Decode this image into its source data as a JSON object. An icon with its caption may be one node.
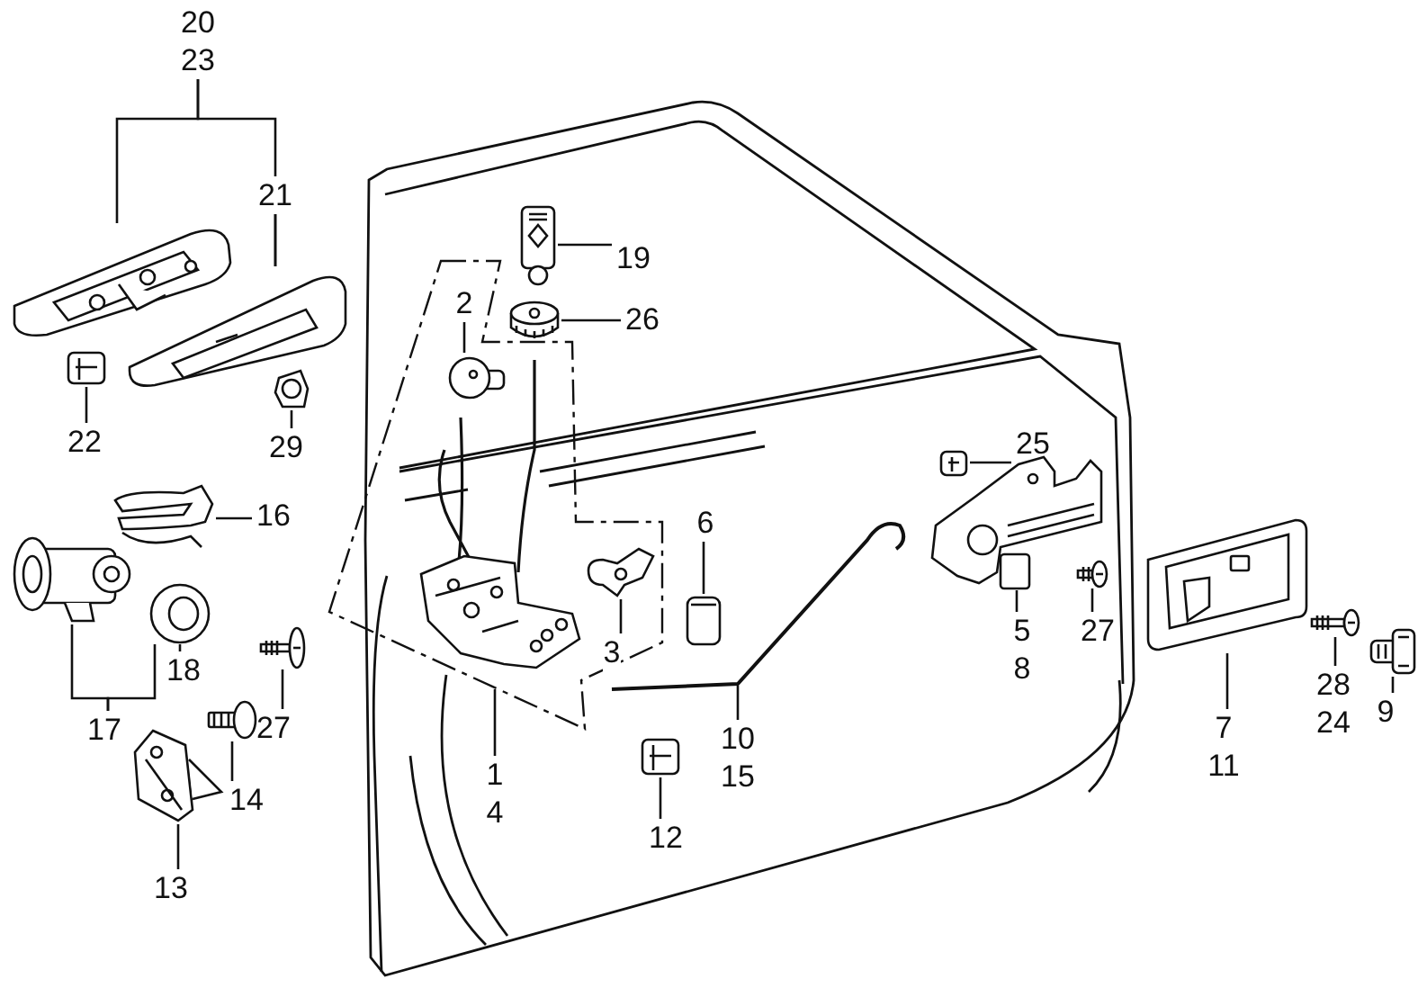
{
  "diagram": {
    "nodes": [
      {
        "text": [
          "20",
          "23"
        ]
      },
      {
        "text": [
          "21"
        ]
      },
      {
        "text": [],
        "shape": "picture"
      },
      {
        "text": [],
        "shape": "picture"
      },
      {
        "text": [
          "19"
        ]
      },
      {
        "text": [],
        "shape": "picture"
      },
      {
        "text": [],
        "shape": "picture"
      },
      {
        "text": [
          "2"
        ],
        "in": 6
      },
      {
        "text": [],
        "shape": "picture",
        "in": 6
      },
      {
        "text": [
          "26"
        ]
      },
      {
        "text": [],
        "shape": "picture",
        "in": 6
      },
      {
        "text": [
          "22"
        ]
      },
      {
        "text": [],
        "shape": "picture"
      },
      {
        "text": [
          "29"
        ]
      },
      {
        "text": [],
        "shape": "picture"
      },
      {
        "text": [
          "25"
        ]
      },
      {
        "text": [],
        "shape": "picture"
      },
      {
        "text": [
          "16"
        ]
      },
      {
        "text": [],
        "shape": "picture"
      },
      {
        "text": [],
        "shape": "picture"
      },
      {
        "text": [
          "6"
        ]
      },
      {
        "text": [],
        "shape": "picture"
      },
      {
        "text": [],
        "shape": "picture",
        "in": 6
      },
      {
        "text": [],
        "shape": "picture",
        "in": 6
      },
      {
        "text": [],
        "shape": "picture"
      },
      {
        "text": [],
        "shape": "picture"
      },
      {
        "text": [],
        "shape": "picture"
      },
      {
        "text": [],
        "shape": "picture"
      },
      {
        "text": [],
        "shape": "picture"
      },
      {
        "text": [
          "3"
        ],
        "in": 6
      },
      {
        "text": [
          "5",
          "8"
        ]
      },
      {
        "text": [
          "27"
        ]
      },
      {
        "text": [
          "7",
          "11"
        ]
      },
      {
        "text": [
          "28",
          "24"
        ]
      },
      {
        "text": [
          "9"
        ]
      },
      {
        "text": [
          "10",
          "15"
        ]
      },
      {
        "text": [],
        "shape": "picture"
      },
      {
        "text": [
          "12"
        ]
      },
      {
        "text": [
          "1",
          "4"
        ]
      },
      {
        "text": [
          "17"
        ]
      },
      {
        "text": [],
        "shape": "picture"
      },
      {
        "text": [
          "18"
        ]
      },
      {
        "text": [],
        "shape": "picture"
      },
      {
        "text": [
          "27"
        ]
      },
      {
        "text": [],
        "shape": "picture"
      },
      {
        "text": [
          "14"
        ]
      },
      {
        "text": [],
        "shape": "picture"
      },
      {
        "text": [
          "13"
        ]
      }
    ],
    "edges": [
      {
        "from": 0,
        "to": 2,
        "arrow": "none"
      },
      {
        "from": 0,
        "to": 3,
        "arrow": "none"
      },
      {
        "from": 1,
        "to": 3,
        "arrow": "none"
      },
      {
        "from": 4,
        "to": 5,
        "arrow": "none"
      },
      {
        "from": 7,
        "to": 8,
        "arrow": "none"
      },
      {
        "from": 9,
        "to": 10,
        "arrow": "none"
      },
      {
        "from": 11,
        "to": 12,
        "arrow": "none"
      },
      {
        "from": 13,
        "to": 14,
        "arrow": "none"
      },
      {
        "from": 15,
        "to": 16,
        "arrow": "none"
      },
      {
        "from": 17,
        "to": 18,
        "arrow": "none"
      },
      {
        "from": 20,
        "to": 21,
        "arrow": "none"
      },
      {
        "from": 29,
        "to": 23,
        "arrow": "none"
      },
      {
        "from": 30,
        "to": 24,
        "arrow": "none"
      },
      {
        "from": 31,
        "to": 25,
        "arrow": "none"
      },
      {
        "from": 32,
        "to": 26,
        "arrow": "none"
      },
      {
        "from": 33,
        "to": 27,
        "arrow": "none"
      },
      {
        "from": 34,
        "to": 28,
        "arrow": "none"
      },
      {
        "from": 35,
        "to": null,
        "arrow": "none"
      },
      {
        "from": 37,
        "to": 36,
        "arrow": "none"
      },
      {
        "from": 38,
        "to": 6,
        "arrow": "none"
      },
      {
        "from": 39,
        "to": 19,
        "arrow": "none"
      },
      {
        "from": 39,
        "to": 40,
        "arrow": "none"
      },
      {
        "from": 41,
        "to": 40,
        "arrow": "none"
      },
      {
        "from": 43,
        "to": 42,
        "arrow": "none"
      },
      {
        "from": 45,
        "to": 44,
        "arrow": "none"
      },
      {
        "from": 47,
        "to": 46,
        "arrow": "none"
      }
    ]
  }
}
